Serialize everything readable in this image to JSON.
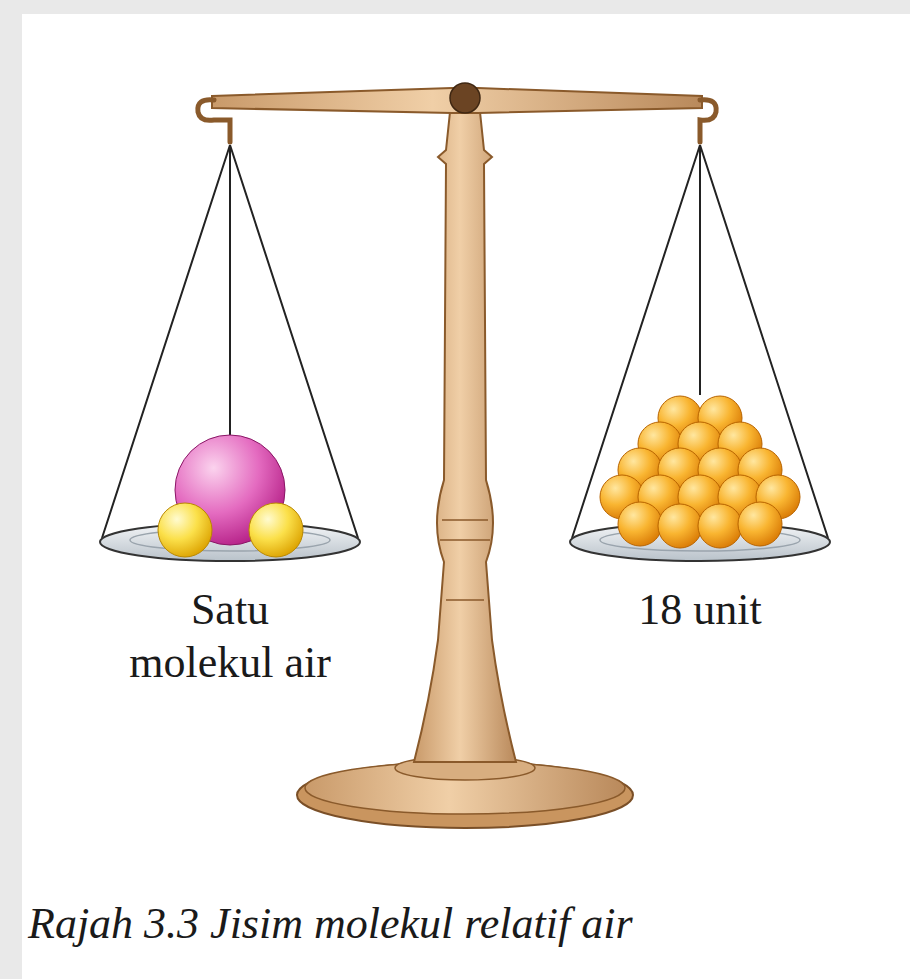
{
  "diagram": {
    "caption": "Rajah 3.3 Jisim molekul relatif air",
    "labels": [
      "Satu molekul air",
      "18 unit"
    ]
  }
}
